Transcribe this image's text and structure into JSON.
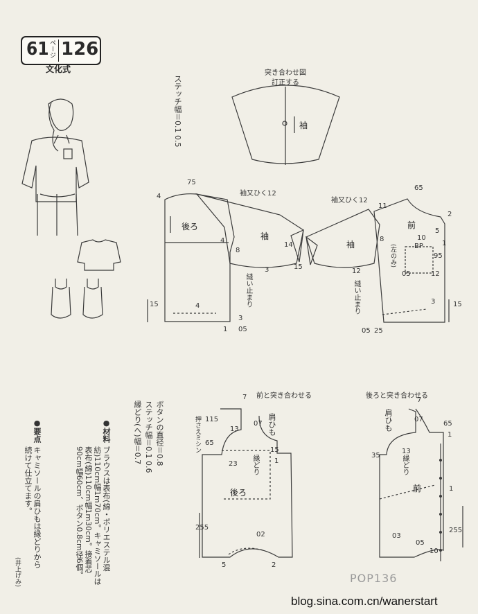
{
  "badge": {
    "left_num": "61",
    "page_kana": "ページ",
    "right_num": "126"
  },
  "subtitle": "文化式",
  "diagram": {
    "join_title": "突き合わせ図",
    "join_sub": "訂正する",
    "sleeve_top_label": "袖",
    "stitch_width": "ステッチ幅＝0.1 0.5",
    "back_label": "後ろ",
    "front_label": "前",
    "sleeve_label": "袖",
    "sleeve_cut_left": "袖又ひく12",
    "sleeve_cut_right": "袖又ひく12",
    "sew_stop_left": "縫い止まり",
    "sew_stop_right": "縫い止まり",
    "bp_label": "BP",
    "left_only": "(左のみ)",
    "nums_left": [
      "75",
      "4",
      "4",
      "8",
      "14",
      "3",
      "15",
      "15",
      "4",
      "3",
      "1",
      "05",
      "25"
    ],
    "nums_right": [
      "65",
      "11",
      "2",
      "5",
      "1",
      "10",
      "95",
      "05",
      "12",
      "3",
      "15",
      "05",
      "25",
      "12",
      "8"
    ],
    "cami_left_title": "前と突き合わせる",
    "cami_right_title": "後ろと突き合わせる",
    "strap_label": "肩ひも",
    "binding_label": "縁どり",
    "back2_label": "後ろ",
    "front2_label": "前",
    "press_label": "押さえミシン",
    "nums_cami_left": [
      "7",
      "115",
      "13",
      "07",
      "65",
      "15",
      "23",
      "1",
      "255",
      "02",
      "5",
      "2"
    ],
    "nums_cami_right": [
      "7",
      "07",
      "65",
      "35",
      "13",
      "1",
      "255",
      "03",
      "05",
      "10",
      "1"
    ]
  },
  "notes": {
    "button_diam": "ボタンの直径＝0.8",
    "stitch": "ステッチ幅＝0.1 0.6",
    "binding_width": "縁どり(ヘ)幅＝0.7",
    "materials_head": "●材料",
    "materials_text": "ブラウスは表布(綿・ポリエステル混紡)110cm幅1m70cm。キャミソールは表布(綿)110cm幅1m30cm。接着芯90cm幅60cm、ボタン0.8cm径6個。",
    "points_head": "●要点",
    "points_text": "キャミソールの肩ひもは縁どりから続けて仕立てます。",
    "author": "(井上げみ)"
  },
  "watermark": "blog.sina.com.cn/wanerstart",
  "pop_logo": "POP136"
}
